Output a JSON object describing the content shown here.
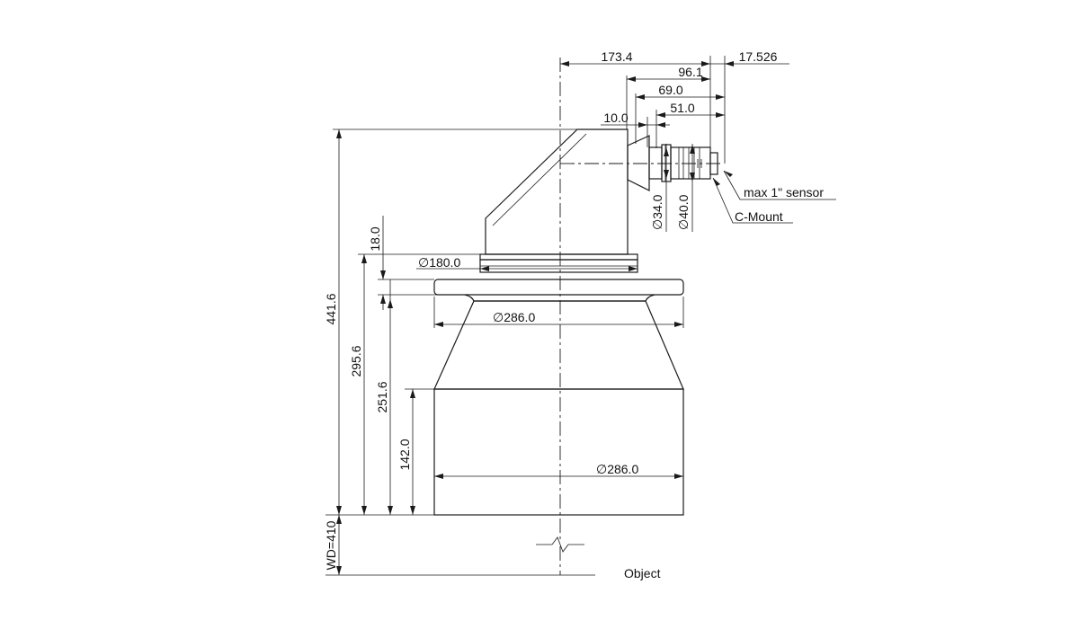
{
  "dimensions": {
    "d173_4": "173.4",
    "d96_1": "96.1",
    "d17_526": "17.526",
    "d69_0": "69.0",
    "d51_0": "51.0",
    "d10_0": "10.0",
    "d34_0": "34.0",
    "d40_0": "40.0",
    "d18_0": "18.0",
    "d180_0": "180.0",
    "d286_top": "286.0",
    "d286_bottom": "286.0",
    "d441_6": "441.6",
    "d295_6": "295.6",
    "d251_6": "251.6",
    "d142_0": "142.0",
    "wd": "WD=410"
  },
  "labels": {
    "sensor": "max 1\" sensor",
    "mount": "C-Mount",
    "object": "Object"
  },
  "symbols": {
    "diameter": "∅"
  }
}
